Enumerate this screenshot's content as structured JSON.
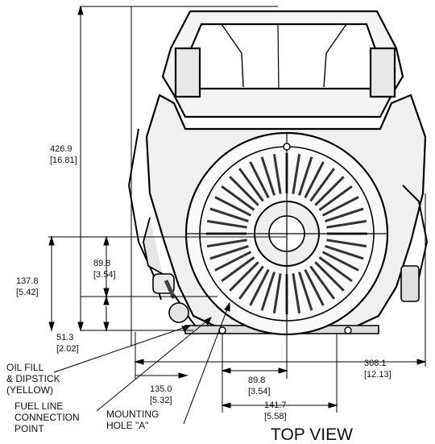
{
  "dimensions": {
    "height_total": {
      "mm": "426.9",
      "in": "[16.81]"
    },
    "height_137": {
      "mm": "137.8",
      "in": "[5.42]"
    },
    "height_89_left": {
      "mm": "89.8",
      "in": "[3.54]"
    },
    "height_51": {
      "mm": "51.3",
      "in": "[2.02]"
    },
    "width_308": {
      "mm": "308.1",
      "in": "[12.13]"
    },
    "width_135": {
      "mm": "135.0",
      "in": "[5.32]"
    },
    "width_89_bottom": {
      "mm": "89.8",
      "in": "[3.54]"
    },
    "width_141": {
      "mm": "141.7",
      "in": "[5.58]"
    }
  },
  "callouts": {
    "oil_fill": [
      "OIL FILL",
      "& DIPSTICK",
      "(YELLOW)"
    ],
    "fuel_line": [
      "FUEL LINE",
      "CONNECTION",
      "POINT"
    ],
    "mounting_hole": [
      "MOUNTING",
      "HOLE \"A\""
    ]
  },
  "view_title": "TOP VIEW"
}
